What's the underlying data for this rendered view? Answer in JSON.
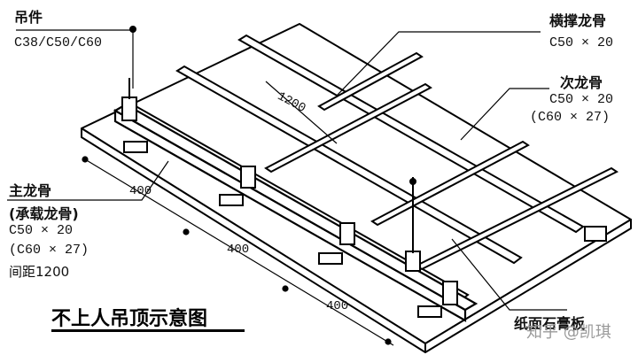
{
  "title": "不上人吊顶示意图",
  "labels": {
    "hanger": {
      "name": "吊件",
      "spec": "C38/C50/C60"
    },
    "cross_brace": {
      "name": "横撑龙骨",
      "spec": "C50 × 20"
    },
    "secondary": {
      "name": "次龙骨",
      "spec": "C50 × 20",
      "alt": "(C60 × 27)"
    },
    "main": {
      "name": "主龙骨",
      "sub": "(承载龙骨)",
      "spec": "C50 × 20",
      "alt": "(C60 × 27)",
      "spacing": "间距1200"
    },
    "board": {
      "name": "纸面石膏板"
    }
  },
  "dimensions": {
    "d1": "400",
    "d2": "400",
    "d3": "400",
    "span": "1200"
  },
  "watermark": "知乎 @凯琪"
}
